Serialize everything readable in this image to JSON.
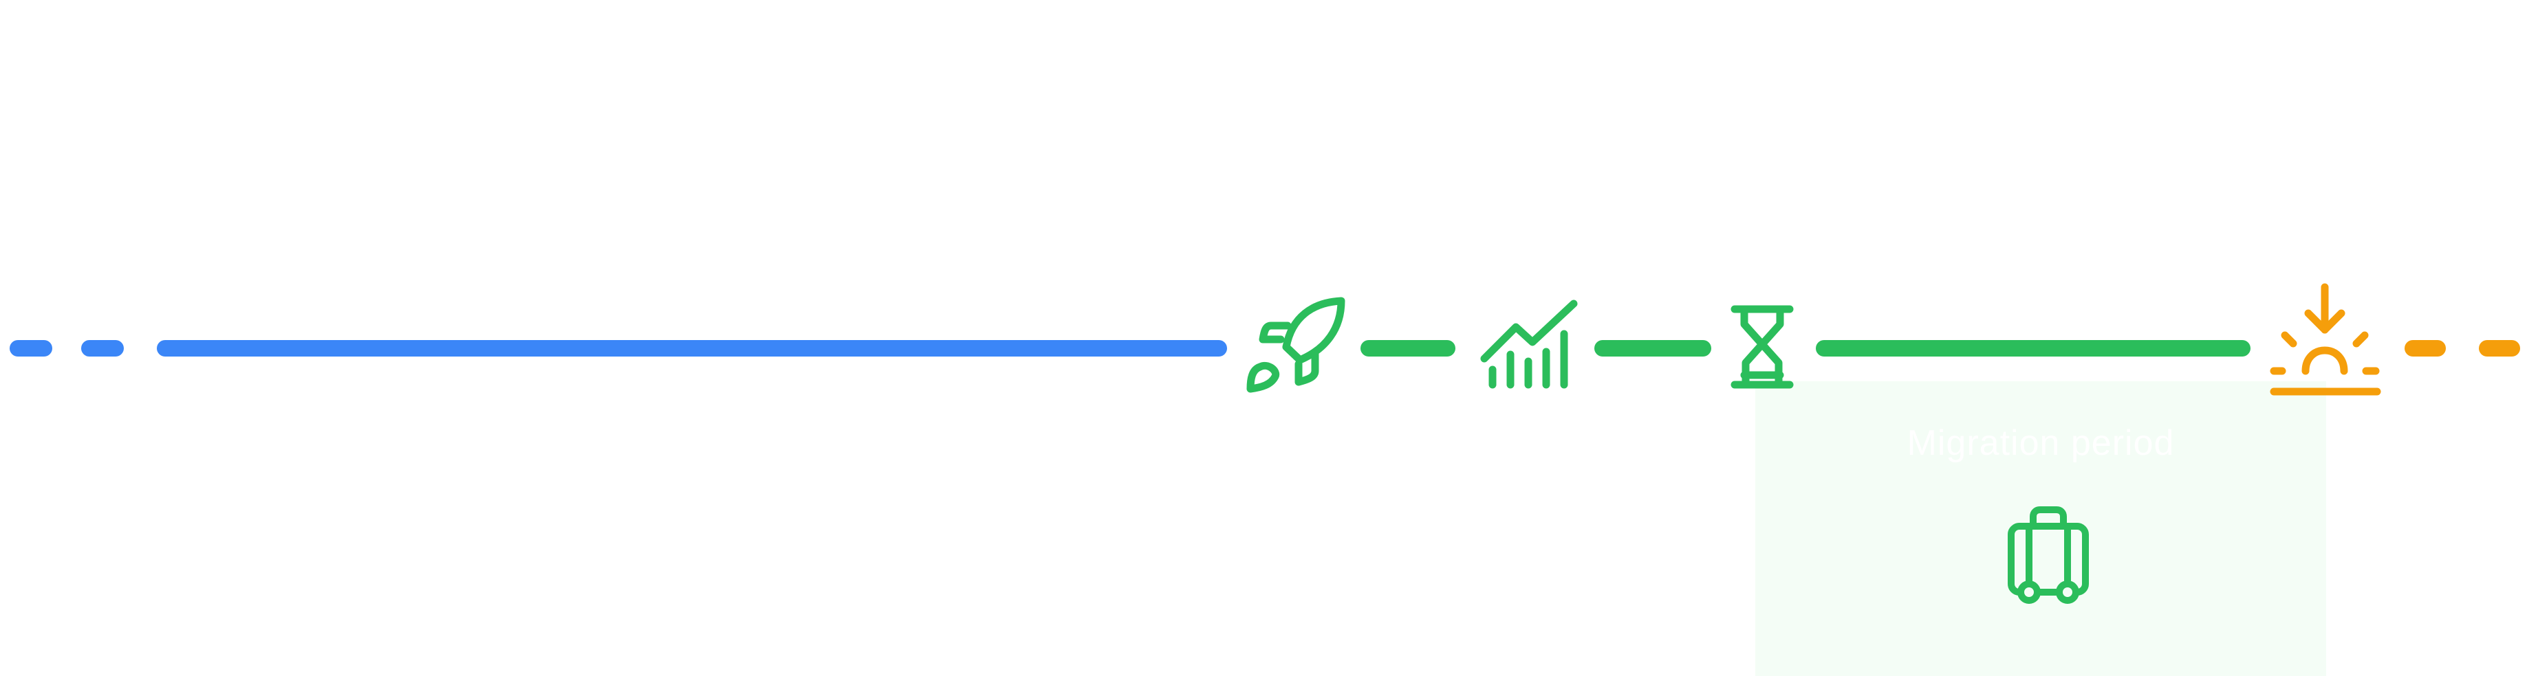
{
  "colors": {
    "past": "#3b86f7",
    "progress": "#2bbd5b",
    "milestone": "#f59e0b",
    "panel_bg": "#f4fdf6"
  },
  "milestones": [
    {
      "icon": "rocket-icon",
      "color": "progress"
    },
    {
      "icon": "trending-up-chart-icon",
      "color": "progress"
    },
    {
      "icon": "hourglass-icon",
      "color": "progress"
    },
    {
      "icon": "sunrise-icon",
      "color": "milestone"
    }
  ],
  "panel": {
    "caption": "Migration period",
    "icon": "luggage-icon"
  }
}
